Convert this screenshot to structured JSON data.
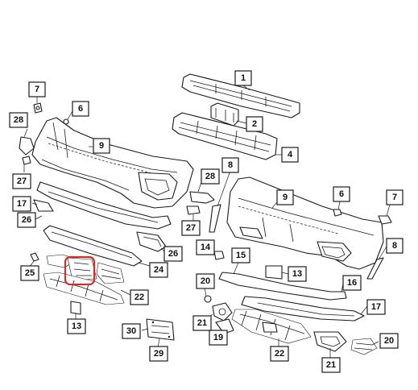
{
  "callouts": [
    {
      "id": "c1",
      "label": "1"
    },
    {
      "id": "c2",
      "label": "2"
    },
    {
      "id": "c4",
      "label": "4"
    },
    {
      "id": "c6a",
      "label": "6"
    },
    {
      "id": "c6b",
      "label": "6"
    },
    {
      "id": "c7a",
      "label": "7"
    },
    {
      "id": "c7b",
      "label": "7"
    },
    {
      "id": "c8a",
      "label": "8"
    },
    {
      "id": "c8b",
      "label": "8"
    },
    {
      "id": "c9a",
      "label": "9"
    },
    {
      "id": "c9b",
      "label": "9"
    },
    {
      "id": "c13a",
      "label": "13"
    },
    {
      "id": "c13b",
      "label": "13"
    },
    {
      "id": "c14",
      "label": "14"
    },
    {
      "id": "c15",
      "label": "15"
    },
    {
      "id": "c16",
      "label": "16"
    },
    {
      "id": "c17a",
      "label": "17"
    },
    {
      "id": "c17b",
      "label": "17"
    },
    {
      "id": "c19",
      "label": "19"
    },
    {
      "id": "c20a",
      "label": "20"
    },
    {
      "id": "c20b",
      "label": "20"
    },
    {
      "id": "c21a",
      "label": "21"
    },
    {
      "id": "c21b",
      "label": "21"
    },
    {
      "id": "c22a",
      "label": "22"
    },
    {
      "id": "c22b",
      "label": "22"
    },
    {
      "id": "c24",
      "label": "24"
    },
    {
      "id": "c25",
      "label": "25"
    },
    {
      "id": "c26a",
      "label": "26"
    },
    {
      "id": "c26b",
      "label": "26"
    },
    {
      "id": "c27a",
      "label": "27"
    },
    {
      "id": "c27b",
      "label": "27"
    },
    {
      "id": "c28a",
      "label": "28"
    },
    {
      "id": "c28b",
      "label": "28"
    },
    {
      "id": "c29",
      "label": "29"
    },
    {
      "id": "c30",
      "label": "30"
    }
  ],
  "colors": {
    "line": "#1a1a1a",
    "highlight": "#d32f2f",
    "background": "#ffffff"
  }
}
